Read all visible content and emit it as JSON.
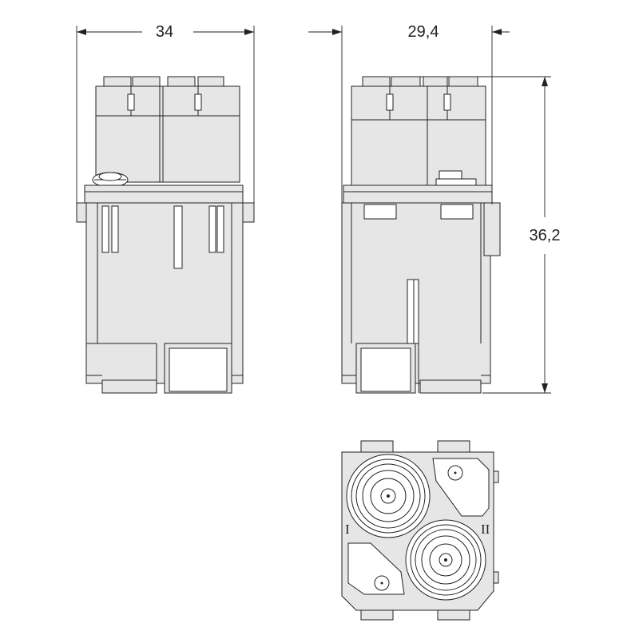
{
  "dimensions": {
    "width_front": "34",
    "width_side": "29,4",
    "height_side": "36,2"
  },
  "contact_labels": {
    "contact_1": "I",
    "contact_2": "II"
  },
  "colors": {
    "line": "#222222",
    "body_fill": "#e6e6e6",
    "background": "#ffffff"
  }
}
